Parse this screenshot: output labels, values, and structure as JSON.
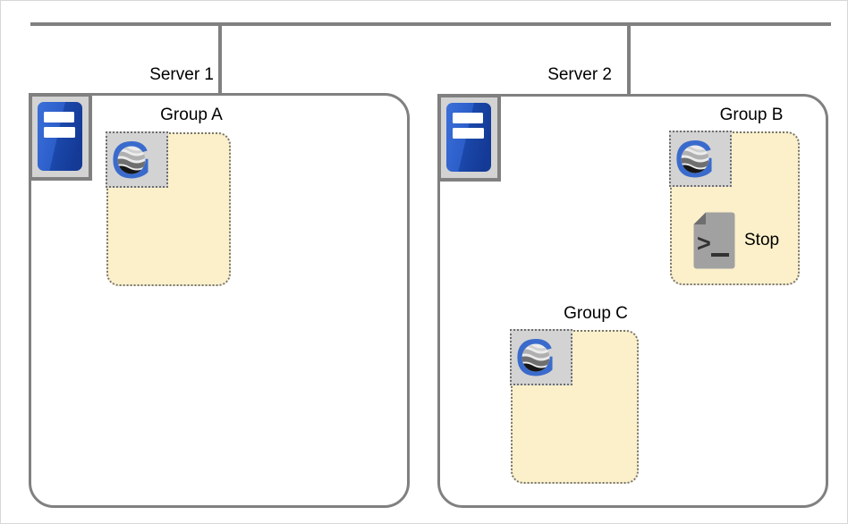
{
  "servers": [
    {
      "label": "Server 1",
      "icon": "server-tower-icon",
      "groups": [
        {
          "label": "Group A",
          "icon": "group-globe-icon",
          "jobs": []
        }
      ]
    },
    {
      "label": "Server 2",
      "icon": "server-tower-icon",
      "groups": [
        {
          "label": "Group B",
          "icon": "group-globe-icon",
          "jobs": [
            {
              "label": "Stop",
              "icon": "shell-script-icon"
            }
          ]
        },
        {
          "label": "Group C",
          "icon": "group-globe-icon",
          "jobs": []
        }
      ]
    }
  ],
  "icons": {
    "group_letter": "G",
    "prompt_char": ">"
  },
  "colors": {
    "line_gray": "#808080",
    "group_fill": "#fbf0ca",
    "icon_tile_gray": "#d3d3d3",
    "server_blue_light": "#2f62ce",
    "server_blue_dark": "#173f9e",
    "group_g_blue": "#3a6bcc",
    "script_doc_gray": "#a1a1a1",
    "script_fold_gray": "#6e6e6e"
  }
}
